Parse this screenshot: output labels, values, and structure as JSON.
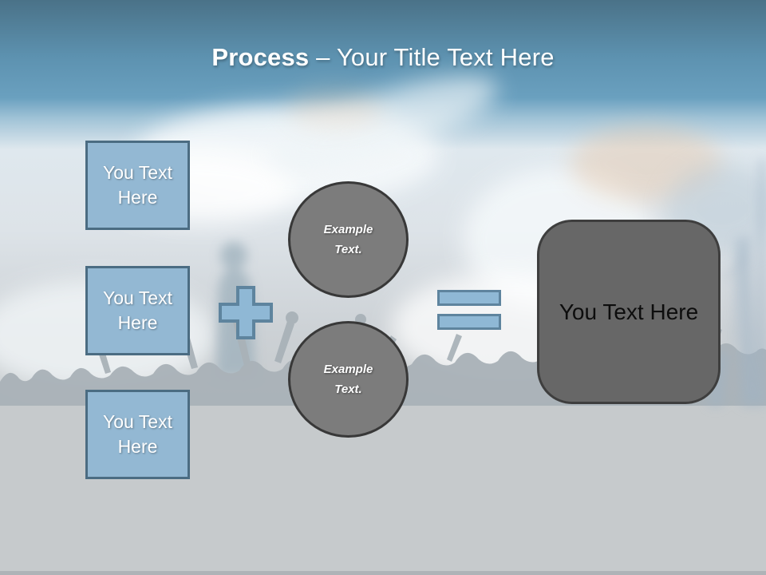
{
  "title": {
    "bold": "Process",
    "rest": " – Your Title Text Here"
  },
  "left_boxes": [
    {
      "label": "You Text Here"
    },
    {
      "label": "You Text Here"
    },
    {
      "label": "You Text Here"
    }
  ],
  "operators": {
    "plus": "+",
    "equals": "="
  },
  "circles": [
    {
      "label": "Example Text."
    },
    {
      "label": "Example Text."
    }
  ],
  "result_box": {
    "label": "You Text Here"
  },
  "colors": {
    "header_top": "#4a7288",
    "header_mid": "#6aa0bf",
    "box_fill": "#93b8d3",
    "box_border": "#4b6c82",
    "operator_fill": "#8fb8d5",
    "operator_border": "#5e849e",
    "circle_fill": "#7c7c7c",
    "circle_border": "#383838",
    "result_fill": "#676767",
    "result_border": "#3e3e3e",
    "ground": "#c6cacc",
    "title_text": "#ffffff"
  }
}
